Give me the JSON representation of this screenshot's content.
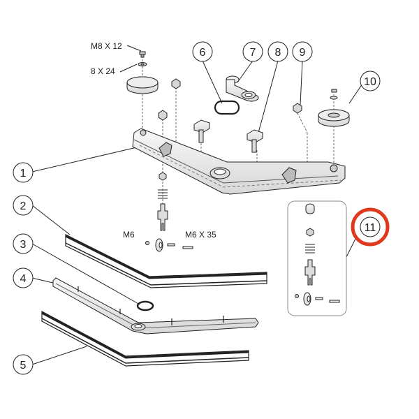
{
  "callouts": {
    "c1": "1",
    "c2": "2",
    "c3": "3",
    "c4": "4",
    "c5": "5",
    "c6": "6",
    "c7": "7",
    "c8": "8",
    "c9": "9",
    "c10": "10",
    "c11": "11"
  },
  "labels": {
    "m8x12": "M8 X 12",
    "w8x24": "8 X 24",
    "m6": "M6",
    "m6x35": "M6 X 35"
  },
  "colors": {
    "line": "#222222",
    "part_fill": "#f2f2f2",
    "part_shade": "#d9d9d9",
    "highlight": "#e03a1e"
  }
}
